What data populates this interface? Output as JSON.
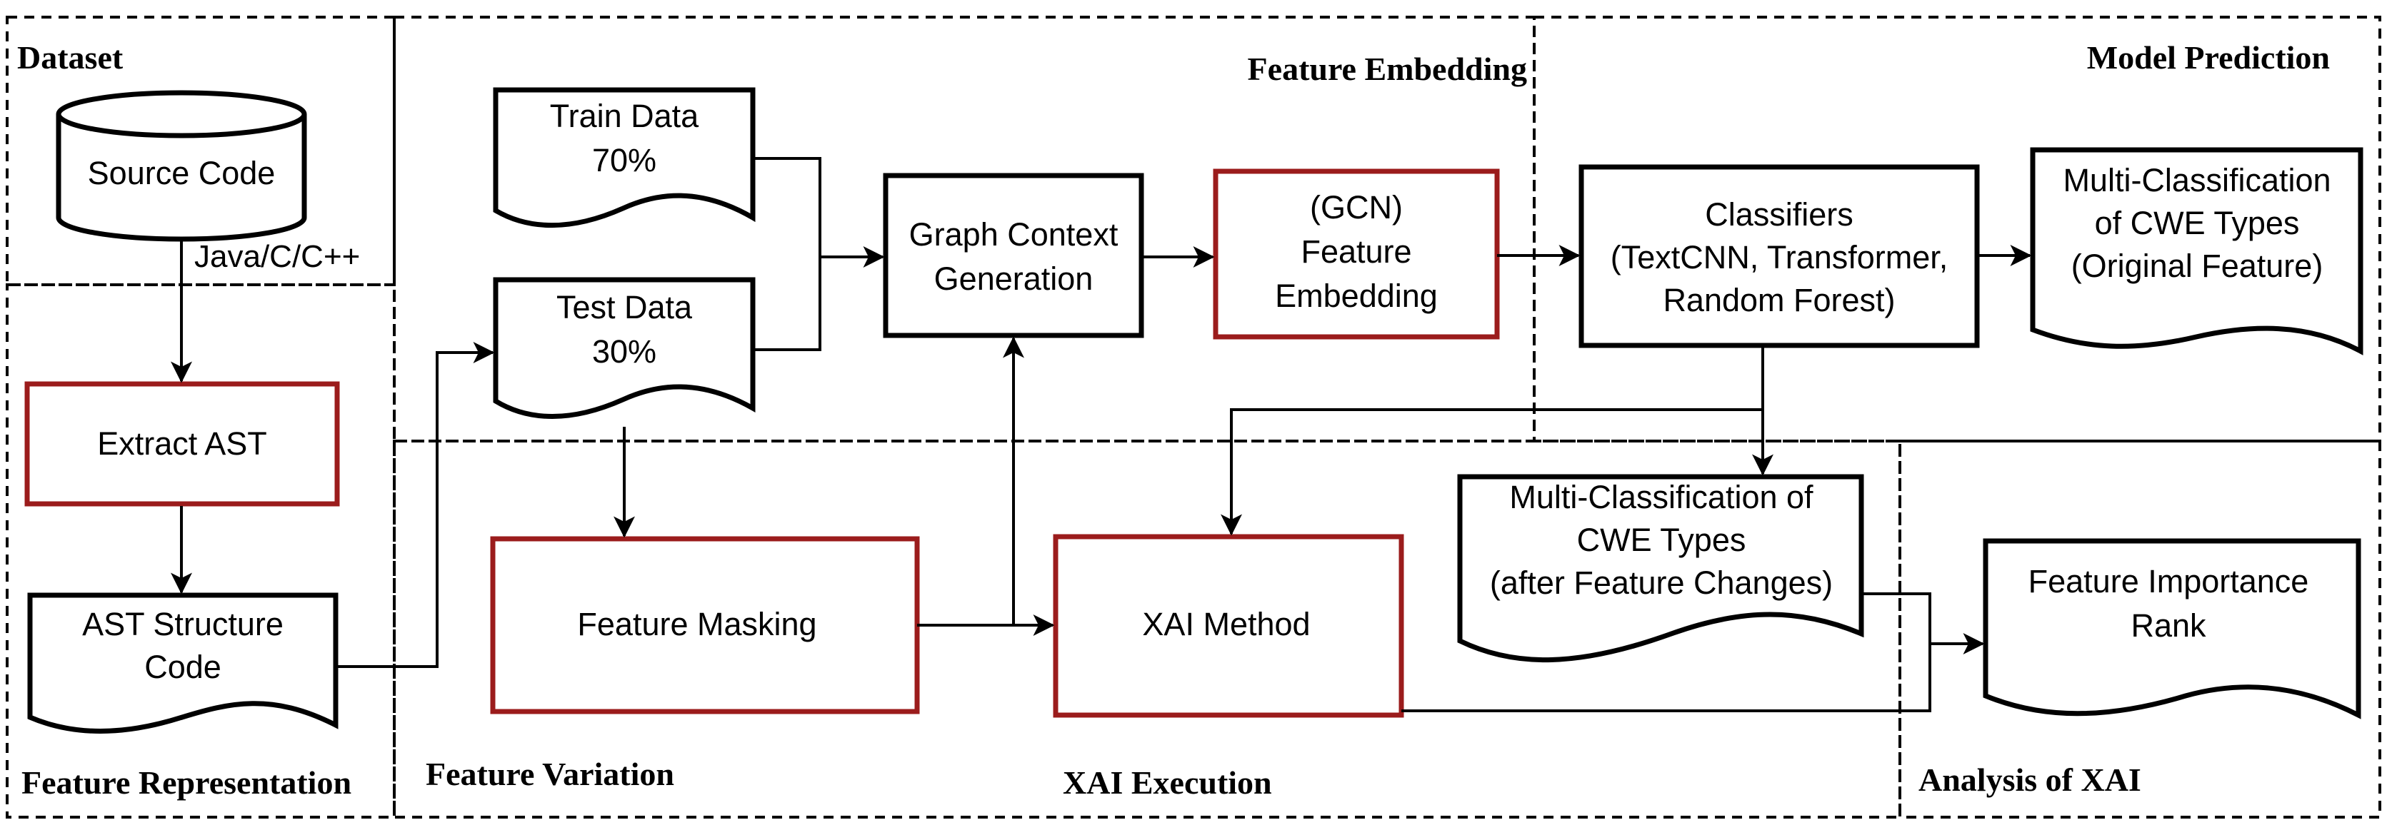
{
  "regions": {
    "dataset": "Dataset",
    "feature_embedding": "Feature Embedding",
    "model_prediction": "Model Prediction",
    "feature_representation": "Feature Representation",
    "feature_variation": "Feature Variation",
    "xai_execution": "XAI Execution",
    "analysis_of_xai": "Analysis of XAI"
  },
  "nodes": {
    "source_code": "Source Code",
    "languages": "Java/C/C++",
    "extract_ast": "Extract AST",
    "ast_structure": [
      "AST Structure",
      "Code"
    ],
    "train_data": [
      "Train Data",
      "70%"
    ],
    "test_data": [
      "Test Data",
      "30%"
    ],
    "graph_context": [
      "Graph Context",
      "Generation"
    ],
    "gcn_embedding": [
      "(GCN)",
      "Feature",
      "Embedding"
    ],
    "classifiers": [
      "Classifiers",
      "(TextCNN, Transformer,",
      "Random Forest)"
    ],
    "multi_class_original": [
      "Multi-Classification",
      "of CWE Types",
      "(Original Feature)"
    ],
    "feature_masking": "Feature Masking",
    "xai_method": "XAI Method",
    "multi_class_changed": [
      "Multi-Classification of",
      "CWE Types",
      "(after Feature Changes)"
    ],
    "feature_importance": [
      "Feature Importance",
      "Rank"
    ]
  },
  "colors": {
    "highlight_border": "#9b1c1c",
    "border": "#000000"
  }
}
